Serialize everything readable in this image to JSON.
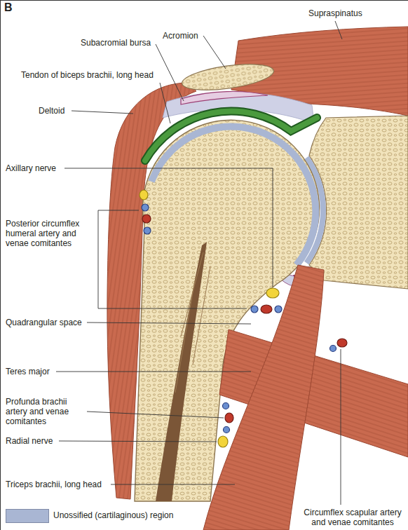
{
  "diagram": {
    "labels": [
      "B",
      "Acromion",
      "Supraspinatus",
      "Subacromial bursa",
      "Tendon of biceps brachii, long head",
      "Deltoid",
      "Axillary nerve",
      "Posterior circumflex humeral artery and venae comitantes",
      "Quadrangular space",
      "Teres major",
      "Profunda brachii artery and venae comitantes",
      "Radial nerve",
      "Triceps brachii, long head",
      "Circumflex scapular artery and venae comitantes"
    ],
    "legend": [
      {
        "text": "Unossified (cartilaginous) region",
        "color": "#a9b6d3"
      }
    ]
  }
}
